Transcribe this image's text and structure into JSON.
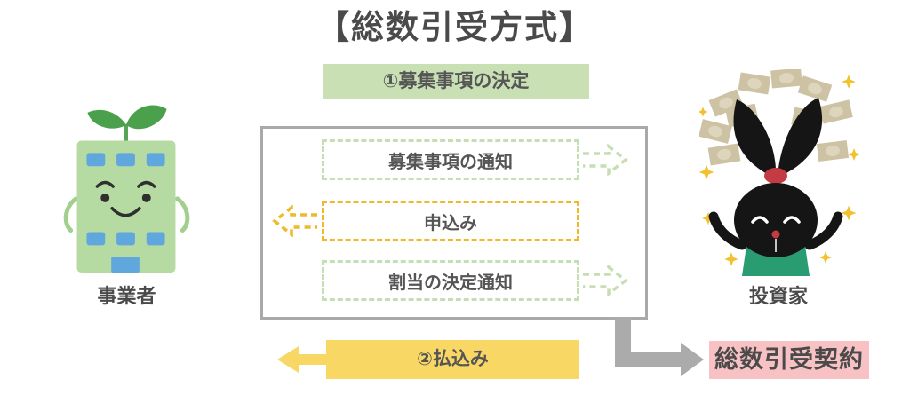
{
  "title": "【総数引受方式】",
  "banners": {
    "step1": "①募集事項の決定",
    "step2": "②払込み"
  },
  "flow_box": {
    "items": [
      {
        "label": "募集事項の通知",
        "direction": "right",
        "style": "green-dashed"
      },
      {
        "label": "申込み",
        "direction": "left",
        "style": "yellow-dashed"
      },
      {
        "label": "割当の決定通知",
        "direction": "right",
        "style": "green-dashed"
      }
    ]
  },
  "contract_label": "総数引受契約",
  "actors": {
    "left": {
      "label": "事業者"
    },
    "right": {
      "label": "投資家"
    }
  },
  "colors": {
    "title_text": "#4a4a4a",
    "banner_green": "#c9e0b4",
    "banner_yellow": "#f9d765",
    "contract_pink": "#f8c1c4",
    "dashed_green": "#c5dfb2",
    "dashed_yellow": "#f0b929",
    "connector_gray": "#ababab",
    "box_border_gray": "#a9a9a9",
    "body_text": "#555555"
  }
}
